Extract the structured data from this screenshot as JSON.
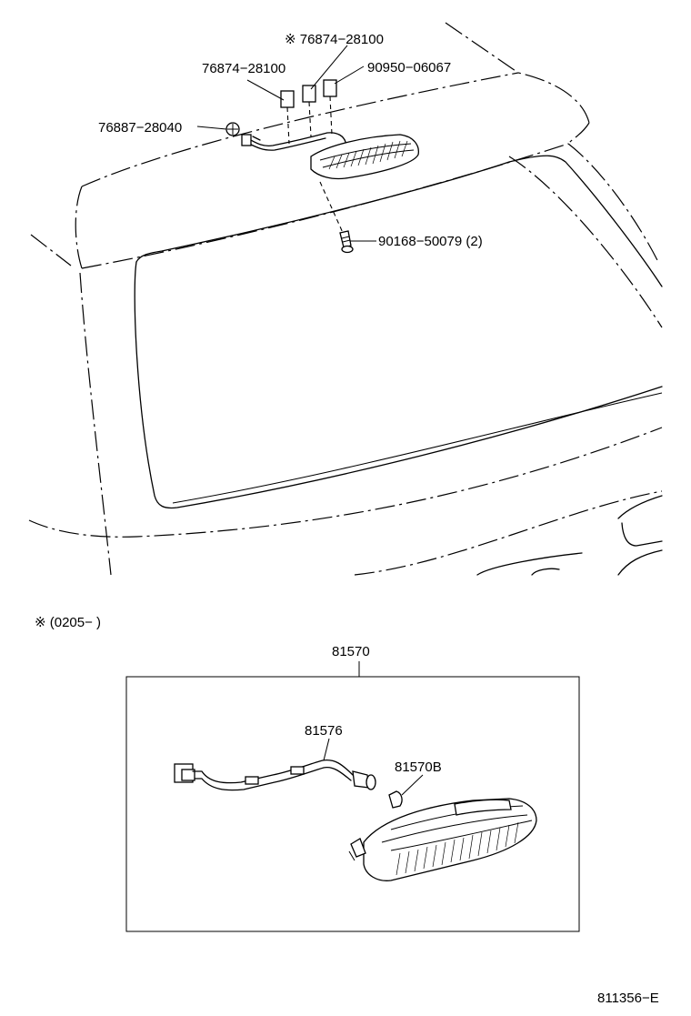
{
  "callouts": {
    "seal_marked": "※ 76874−28100",
    "seal": "76874−28100",
    "gasket": "90950−06067",
    "grommet": "76887−28040",
    "screw": "90168−50079 (2)"
  },
  "note": {
    "mark_line": "※ (0205−        )"
  },
  "assembly": {
    "lamp_assy": "81570",
    "socket_wire": "81576",
    "bulb": "81570B"
  },
  "figure_id": "811356−E"
}
